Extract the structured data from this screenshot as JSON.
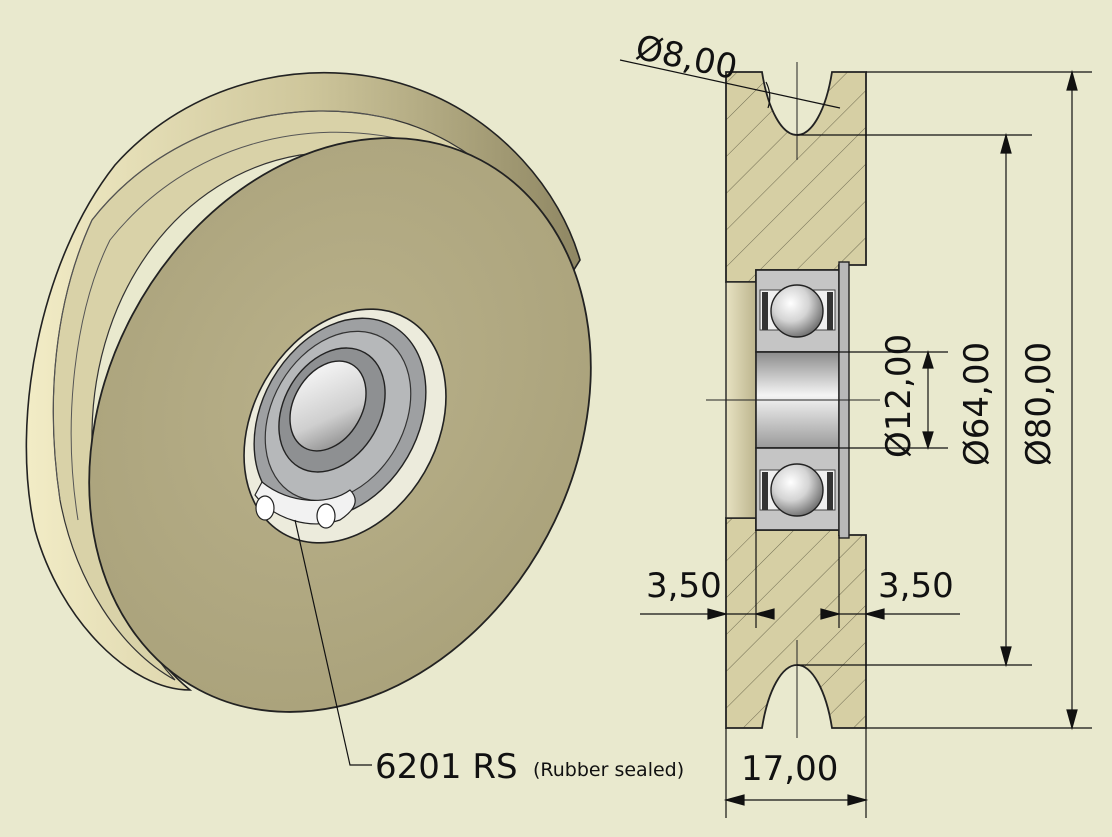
{
  "colors": {
    "background": "#e9e9ce",
    "wheel_face": "#b6ae86",
    "section_fill": "#d6cfa4",
    "bearing_metal": "#b9b9b9",
    "line": "#111111"
  },
  "labels": {
    "groove_diameter": "Ø8,00",
    "bore_diameter": "Ø12,00",
    "groove_root_diameter": "Ø64,00",
    "outer_diameter": "Ø80,00",
    "left_offset": "3,50",
    "right_offset": "3,50",
    "width": "17,00",
    "bearing_code": "6201 RS",
    "bearing_note": "(Rubber sealed)"
  }
}
